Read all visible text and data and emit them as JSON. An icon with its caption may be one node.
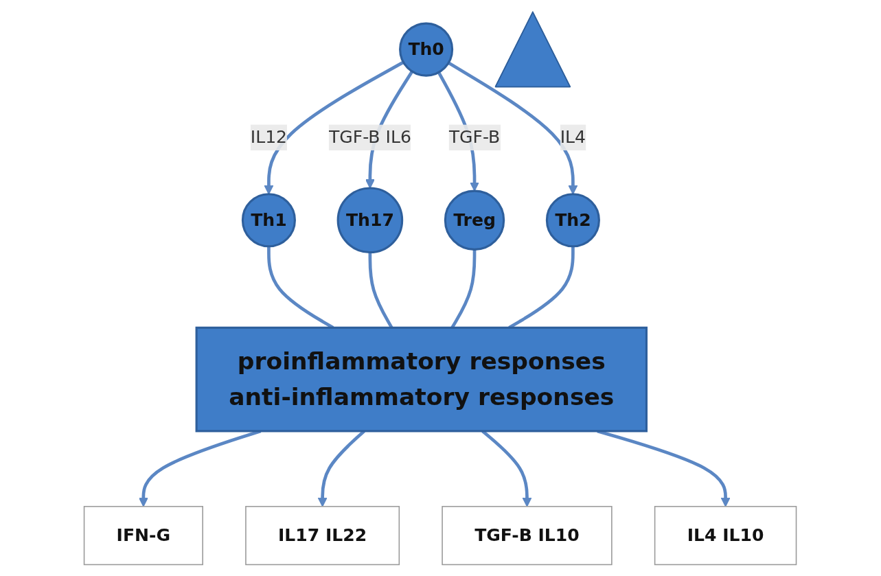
{
  "diagram": {
    "nodes": [
      {
        "text": [
          "Th0"
        ]
      },
      {
        "text": [
          "Th1"
        ]
      },
      {
        "text": [
          "Th17"
        ]
      },
      {
        "text": [
          "Treg"
        ]
      },
      {
        "text": [
          "Th2"
        ]
      },
      {
        "text": [
          "proinflammatory responses",
          "anti-inflammatory responses"
        ]
      },
      {
        "text": [
          "IFN-G"
        ]
      },
      {
        "text": [
          "IL17 IL22"
        ]
      },
      {
        "text": [
          "TGF-B IL10"
        ]
      },
      {
        "text": [
          "IL4 IL10"
        ]
      },
      {
        "text": [],
        "shape": "triangle"
      }
    ],
    "edges": [
      {
        "from": 0,
        "to": 1,
        "arrow": "to",
        "label": "IL12"
      },
      {
        "from": 0,
        "to": 2,
        "arrow": "to",
        "label": "TGF-B IL6"
      },
      {
        "from": 0,
        "to": 3,
        "arrow": "to",
        "label": "TGF-B"
      },
      {
        "from": 0,
        "to": 4,
        "arrow": "to",
        "label": "IL4"
      },
      {
        "from": 1,
        "to": 5,
        "arrow": "none"
      },
      {
        "from": 2,
        "to": 5,
        "arrow": "none"
      },
      {
        "from": 3,
        "to": 5,
        "arrow": "none"
      },
      {
        "from": 4,
        "to": 5,
        "arrow": "none"
      },
      {
        "from": 5,
        "to": 6,
        "arrow": "to"
      },
      {
        "from": 5,
        "to": 7,
        "arrow": "to"
      },
      {
        "from": 5,
        "to": 8,
        "arrow": "to"
      },
      {
        "from": 5,
        "to": 9,
        "arrow": "to"
      }
    ]
  }
}
